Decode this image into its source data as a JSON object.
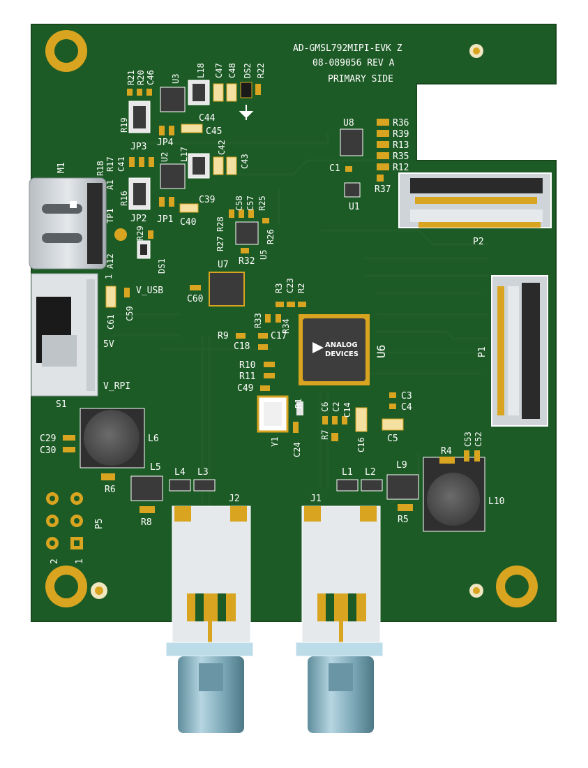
{
  "board": {
    "title_line1": "AD-GMSL792MIPI-EVK Z",
    "title_line2": "08-089056 REV A",
    "title_line3": "PRIMARY SIDE"
  },
  "chip_logo": {
    "line1": "ANALOG",
    "line2": "DEVICES",
    "part": "U6"
  },
  "labels": {
    "M1": "M1",
    "A1": "A1",
    "A12": "A12",
    "TP1": "TP1",
    "one": "1",
    "R18": "R18",
    "R17": "R17",
    "C41": "C41",
    "R16": "R16",
    "JP2": "JP2",
    "JP1": "JP1",
    "R19": "R19",
    "JP3": "JP3",
    "JP4": "JP4",
    "R21": "R21",
    "R20": "R20",
    "C46": "C46",
    "U3": "U3",
    "L18": "L18",
    "C47": "C47",
    "C48": "C48",
    "DS2": "DS2",
    "R22": "R22",
    "C44": "C44",
    "C45": "C45",
    "U2": "U2",
    "L17": "L17",
    "C42": "C42",
    "C43": "C43",
    "C39": "C39",
    "C40": "C40",
    "R29": "R29",
    "DS1": "DS1",
    "V_USB": "V_USB",
    "C61": "C61",
    "C59": "C59",
    "5V": "5V",
    "V_RPI": "V_RPI",
    "S1": "S1",
    "U8": "U8",
    "C1": "C1",
    "U1": "U1",
    "R36": "R36",
    "R39": "R39",
    "R13": "R13",
    "R35": "R35",
    "R12": "R12",
    "R37": "R37",
    "P2": "P2",
    "P1": "P1",
    "C58": "C58",
    "C57": "C57",
    "R25": "R25",
    "R28": "R28",
    "R27": "R27",
    "R26": "R26",
    "R32": "R32",
    "U5": "U5",
    "U7": "U7",
    "C60": "C60",
    "R3": "R3",
    "C23": "C23",
    "R2": "R2",
    "R33": "R33",
    "R34": "R34",
    "R9": "R9",
    "C17": "C17",
    "C18": "C18",
    "R10": "R10",
    "R11": "R11",
    "C49": "C49",
    "Y1": "Y1",
    "C24": "C24",
    "R1": "R1",
    "C6": "C6",
    "C2": "C2",
    "C14": "C14",
    "C3": "C3",
    "C4": "C4",
    "R7": "R7",
    "C16": "C16",
    "C5": "C5",
    "C29": "C29",
    "C30": "C30",
    "L6": "L6",
    "R6": "R6",
    "L5": "L5",
    "R8": "R8",
    "L4": "L4",
    "L3": "L3",
    "J2": "J2",
    "J1": "J1",
    "L1": "L1",
    "L2": "L2",
    "L9": "L9",
    "R5": "R5",
    "R4": "R4",
    "C53": "C53",
    "C52": "C52",
    "L10": "L10",
    "P5": "P5",
    "two": "2",
    "p5one": "1"
  },
  "colors": {
    "pcb_green": "#1d5b26",
    "pcb_edge": "#17481e",
    "silk": "#ffffff",
    "gold": "#d9a520",
    "chip": "#3a3a3a",
    "bnc_blue": "#8fb9c9"
  }
}
